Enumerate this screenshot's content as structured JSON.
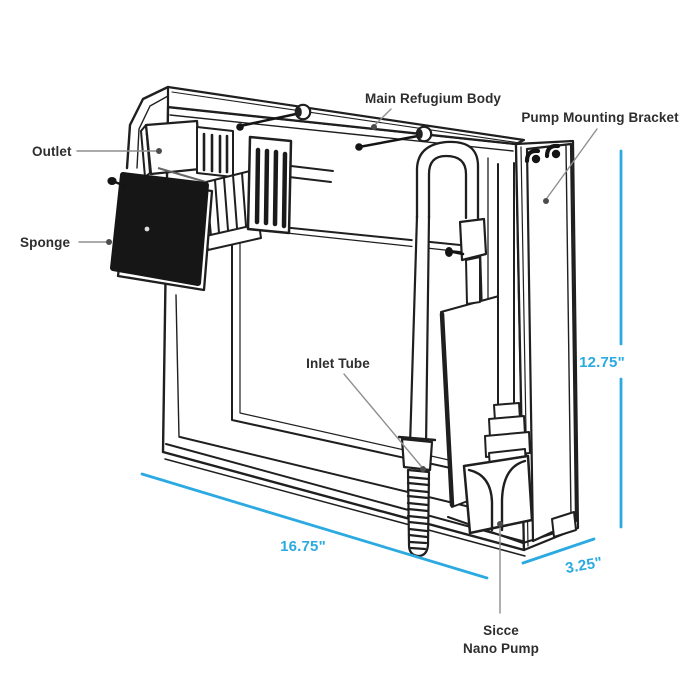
{
  "diagram": {
    "type": "product-line-diagram",
    "subject": "Hang-on-back refugium labeled parts diagram",
    "labels": {
      "main_body": "Main Refugium Body",
      "pump_bracket": "Pump Mounting Bracket",
      "outlet": "Outlet",
      "sponge": "Sponge",
      "inlet_tube": "Inlet Tube",
      "pump_line1": "Sicce",
      "pump_line2": "Nano Pump"
    },
    "dimensions": {
      "height": "12.75\"",
      "length": "16.75\"",
      "depth": "3.25\""
    },
    "colors": {
      "dimension_accent": "#2baae1",
      "label_text": "#2e2e2e",
      "line_art": "#1f1f1f",
      "sponge_fill": "#161616",
      "background": "#ffffff"
    }
  }
}
